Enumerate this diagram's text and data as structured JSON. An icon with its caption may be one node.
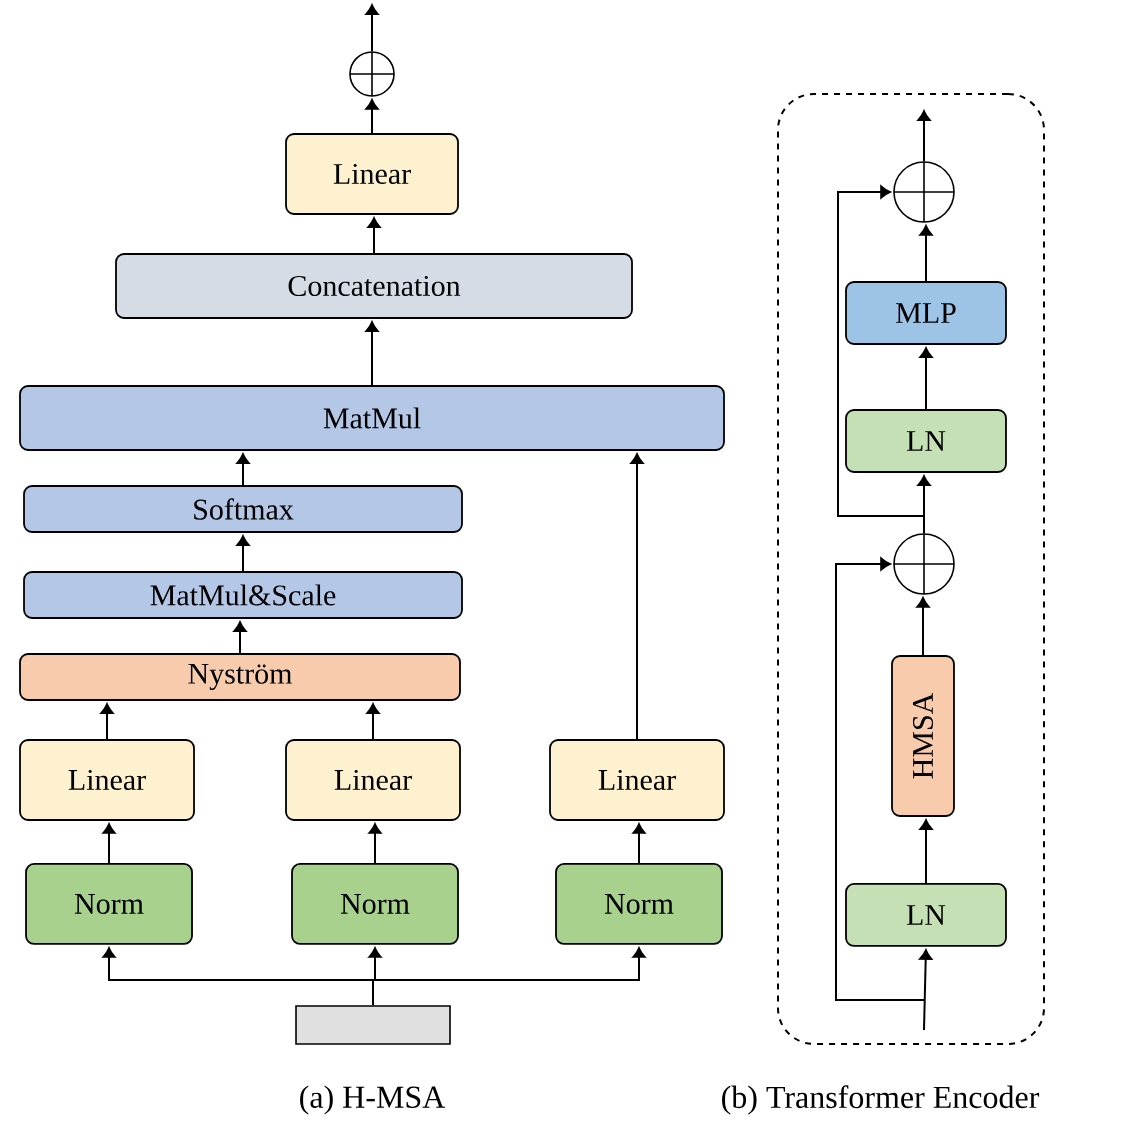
{
  "diagram": {
    "nodes": [
      {
        "text": [],
        "shape": "circle"
      },
      {
        "text": [
          "Linear"
        ]
      },
      {
        "text": [
          "Concatenation"
        ]
      },
      {
        "text": [
          "MatMul"
        ]
      },
      {
        "text": [
          "Softmax"
        ]
      },
      {
        "text": [
          "MatMul&Scale"
        ]
      },
      {
        "text": [
          "Nyström"
        ]
      },
      {
        "text": [
          "Linear"
        ]
      },
      {
        "text": [
          "Linear"
        ]
      },
      {
        "text": [
          "Linear"
        ]
      },
      {
        "text": [
          "Norm"
        ]
      },
      {
        "text": [
          "Norm"
        ]
      },
      {
        "text": [
          "Norm"
        ]
      },
      {
        "text": [],
        "shape": "box"
      },
      {
        "text": [],
        "shape": "box"
      },
      {
        "text": [],
        "shape": "circle",
        "in": 14
      },
      {
        "text": [
          "MLP"
        ],
        "in": 14
      },
      {
        "text": [
          "LN"
        ],
        "in": 14
      },
      {
        "text": [],
        "shape": "circle",
        "in": 14
      },
      {
        "text": [
          "HMSA"
        ],
        "in": 14
      },
      {
        "text": [
          "LN"
        ],
        "in": 14
      }
    ],
    "edges": [
      {
        "from": 0,
        "to": null,
        "arrow": "to"
      },
      {
        "from": 1,
        "to": 0,
        "arrow": "to"
      },
      {
        "from": 2,
        "to": 1,
        "arrow": "to"
      },
      {
        "from": 3,
        "to": 2,
        "arrow": "to"
      },
      {
        "from": 4,
        "to": 3,
        "arrow": "to"
      },
      {
        "from": 5,
        "to": 4,
        "arrow": "to"
      },
      {
        "from": 6,
        "to": 5,
        "arrow": "to"
      },
      {
        "from": 7,
        "to": 6,
        "arrow": "to"
      },
      {
        "from": 8,
        "to": 6,
        "arrow": "to"
      },
      {
        "from": 9,
        "to": 3,
        "arrow": "to"
      },
      {
        "from": 10,
        "to": 7,
        "arrow": "to"
      },
      {
        "from": 11,
        "to": 8,
        "arrow": "to"
      },
      {
        "from": 12,
        "to": 9,
        "arrow": "to"
      },
      {
        "from": 13,
        "to": 10,
        "arrow": "to"
      },
      {
        "from": 13,
        "to": 11,
        "arrow": "to"
      },
      {
        "from": 13,
        "to": 12,
        "arrow": "to"
      },
      {
        "from": 15,
        "to": null,
        "arrow": "to"
      },
      {
        "from": 16,
        "to": 15,
        "arrow": "to"
      },
      {
        "from": 17,
        "to": 16,
        "arrow": "to"
      },
      {
        "from": 18,
        "to": 17,
        "arrow": "to"
      },
      {
        "from": 19,
        "to": 18,
        "arrow": "to"
      },
      {
        "from": 20,
        "to": 19,
        "arrow": "to"
      },
      {
        "from": null,
        "to": 20,
        "arrow": "to"
      },
      {
        "from": 18,
        "to": 15,
        "arrow": "to"
      },
      {
        "from": null,
        "to": 18,
        "arrow": "to"
      }
    ],
    "labels": [
      "(a) H-MSA",
      "(b) Transformer Encoder"
    ]
  }
}
